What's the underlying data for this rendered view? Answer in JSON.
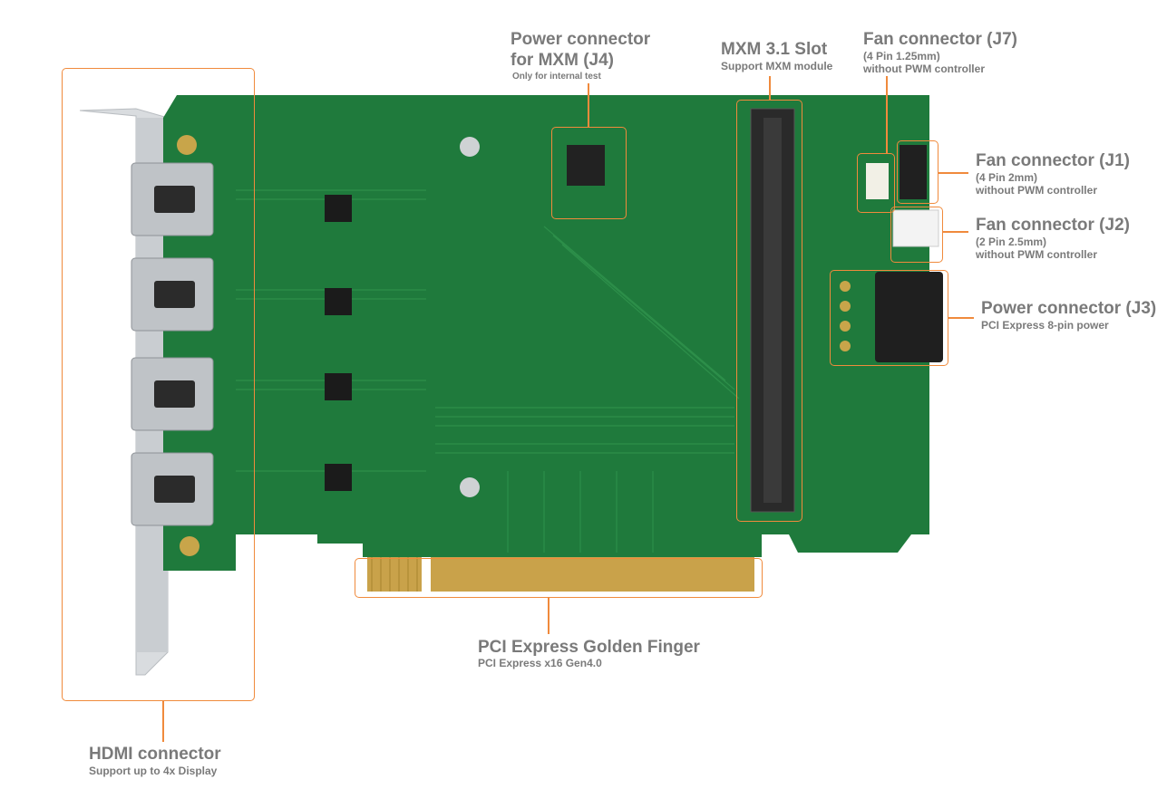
{
  "callouts": {
    "hdmi": {
      "title": "HDMI connector",
      "sub": "Support up to 4x Display"
    },
    "power_j4": {
      "title_line1": "Power connector",
      "title_line2": "for MXM (J4)",
      "sub": "Only for internal test"
    },
    "mxm_slot": {
      "title": "MXM 3.1 Slot",
      "sub": "Support MXM module"
    },
    "fan_j7": {
      "title": "Fan connector (J7)",
      "sub1": "(4 Pin 1.25mm)",
      "sub2": "without PWM controller"
    },
    "fan_j1": {
      "title": "Fan connector (J1)",
      "sub1": "(4 Pin 2mm)",
      "sub2": "without PWM controller"
    },
    "fan_j2": {
      "title": "Fan connector (J2)",
      "sub1": "(2 Pin 2.5mm)",
      "sub2": "without PWM controller"
    },
    "power_j3": {
      "title": "Power connector (J3)",
      "sub": "PCI Express 8-pin power"
    },
    "golden_finger": {
      "title": "PCI Express Golden Finger",
      "sub": "PCI Express x16 Gen4.0"
    }
  },
  "colors": {
    "accent": "#f08a3c",
    "pcb": "#1f7a3c",
    "label": "#7a7a7a",
    "gold": "#c9a24a"
  }
}
